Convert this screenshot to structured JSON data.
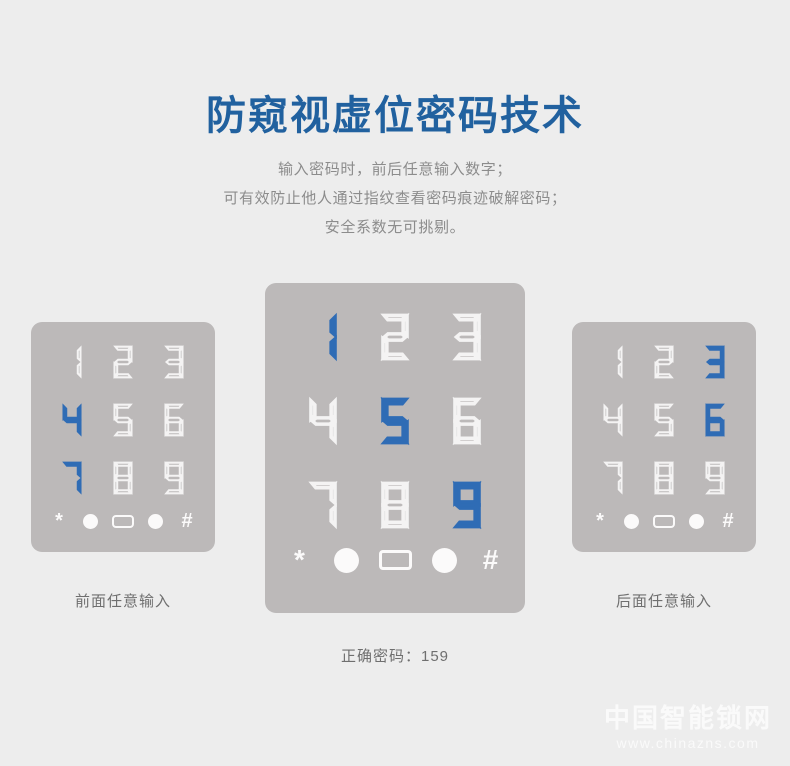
{
  "page": {
    "background_color": "#ededed",
    "title": "防窥视虚位密码技术",
    "title_color": "#21619f",
    "subtitle_lines": [
      "输入密码时，前后任意输入数字；",
      "可有效防止他人通过指纹查看密码痕迹破解密码；",
      "安全系数无可挑剔。"
    ],
    "subtitle_color": "#8c8c8c"
  },
  "keypads": {
    "panel_color": "#bcb9b9",
    "digit_off_color": "#f4f3f3",
    "digit_on_color": "#2f6cb5",
    "left": {
      "caption": "前面任意输入",
      "digits": [
        "1",
        "2",
        "3",
        "4",
        "5",
        "6",
        "7",
        "8",
        "9"
      ],
      "highlighted": [
        "4",
        "7"
      ],
      "function_keys": [
        "asterisk-icon",
        "circle-icon",
        "rect-icon",
        "circle-icon",
        "hash-icon"
      ],
      "function_labels": [
        "*",
        "",
        "",
        "",
        "#"
      ]
    },
    "center": {
      "caption": "正确密码：159",
      "digits": [
        "1",
        "2",
        "3",
        "4",
        "5",
        "6",
        "7",
        "8",
        "9"
      ],
      "highlighted": [
        "1",
        "5",
        "9"
      ],
      "function_keys": [
        "asterisk-icon",
        "circle-icon",
        "rect-icon",
        "circle-icon",
        "hash-icon"
      ],
      "function_labels": [
        "*",
        "",
        "",
        "",
        "#"
      ]
    },
    "right": {
      "caption": "后面任意输入",
      "digits": [
        "1",
        "2",
        "3",
        "4",
        "5",
        "6",
        "7",
        "8",
        "9"
      ],
      "highlighted": [
        "3",
        "6"
      ],
      "function_keys": [
        "asterisk-icon",
        "circle-icon",
        "rect-icon",
        "circle-icon",
        "hash-icon"
      ],
      "function_labels": [
        "*",
        "",
        "",
        "",
        "#"
      ]
    }
  },
  "watermark": {
    "brand": "中国智能锁网",
    "url": "www.chinazns.com"
  }
}
